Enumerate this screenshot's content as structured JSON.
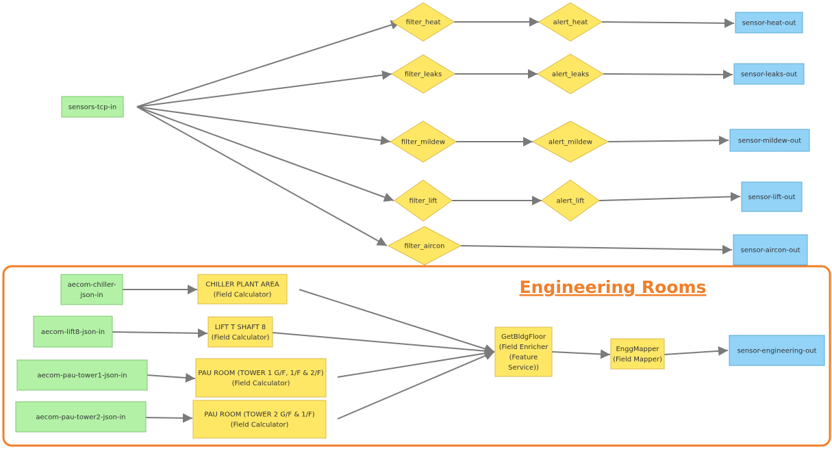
{
  "colors": {
    "input_fill": "#b3f2a6",
    "input_stroke": "#7cc46f",
    "process_fill": "#ffe766",
    "process_stroke": "#d9b84a",
    "output_fill": "#93d3f7",
    "output_stroke": "#59a8d6",
    "edge": "#7a7a7a",
    "group_border": "#f07f2a"
  },
  "group": {
    "title": "Engineering Rooms"
  },
  "nodes": {
    "sensors_tcp_in": {
      "lines": [
        "sensors-tcp-in"
      ],
      "kind": "input"
    },
    "filter_heat": {
      "lines": [
        "filter_heat"
      ],
      "kind": "filter"
    },
    "filter_leaks": {
      "lines": [
        "filter_leaks"
      ],
      "kind": "filter"
    },
    "filter_mildew": {
      "lines": [
        "filter_mildew"
      ],
      "kind": "filter"
    },
    "filter_lift": {
      "lines": [
        "filter_lift"
      ],
      "kind": "filter"
    },
    "filter_aircon": {
      "lines": [
        "filter_aircon"
      ],
      "kind": "filter"
    },
    "alert_heat": {
      "lines": [
        "alert_heat"
      ],
      "kind": "filter"
    },
    "alert_leaks": {
      "lines": [
        "alert_leaks"
      ],
      "kind": "filter"
    },
    "alert_mildew": {
      "lines": [
        "alert_mildew"
      ],
      "kind": "filter"
    },
    "alert_lift": {
      "lines": [
        "alert_lift"
      ],
      "kind": "filter"
    },
    "sensor_heat_out": {
      "lines": [
        "sensor-heat-out"
      ],
      "kind": "output"
    },
    "sensor_leaks_out": {
      "lines": [
        "sensor-leaks-out"
      ],
      "kind": "output"
    },
    "sensor_mildew_out": {
      "lines": [
        "sensor-mildew-out"
      ],
      "kind": "output"
    },
    "sensor_lift_out": {
      "lines": [
        "sensor-lift-out"
      ],
      "kind": "output"
    },
    "sensor_aircon_out": {
      "lines": [
        "sensor-aircon-out"
      ],
      "kind": "output"
    },
    "aecom_chiller_json_in": {
      "lines": [
        "aecom-chiller-",
        "json-in"
      ],
      "kind": "input"
    },
    "aecom_lift8_json_in": {
      "lines": [
        "aecom-lift8-json-in"
      ],
      "kind": "input"
    },
    "aecom_pau_tower1_json_in": {
      "lines": [
        "aecom-pau-tower1-json-in"
      ],
      "kind": "input"
    },
    "aecom_pau_tower2_json_in": {
      "lines": [
        "aecom-pau-tower2-json-in"
      ],
      "kind": "input"
    },
    "chiller_plant_area": {
      "lines": [
        "CHILLER PLANT AREA",
        "(Field Calculator)"
      ],
      "kind": "process"
    },
    "lift_t_shaft_8": {
      "lines": [
        "LIFT T SHAFT 8",
        "(Field Calculator)"
      ],
      "kind": "process"
    },
    "pau_room_tower1": {
      "lines": [
        "PAU ROOM (TOWER 1 G/F, 1/F & 2/F)",
        "(Field Calculator)"
      ],
      "kind": "process"
    },
    "pau_room_tower2": {
      "lines": [
        "PAU ROOM (TOWER 2 G/F & 1/F)",
        "(Field Calculator)"
      ],
      "kind": "process"
    },
    "get_bldg_floor": {
      "lines": [
        "GetBldgFloor",
        "(Field Enricher",
        "(Feature",
        "Service))"
      ],
      "kind": "process"
    },
    "engg_mapper": {
      "lines": [
        "EnggMapper",
        "(Field Mapper)"
      ],
      "kind": "process"
    },
    "sensor_engineering_out": {
      "lines": [
        "sensor-engineering-out"
      ],
      "kind": "output"
    }
  },
  "edges": [
    [
      "sensors_tcp_in",
      "filter_heat"
    ],
    [
      "sensors_tcp_in",
      "filter_leaks"
    ],
    [
      "sensors_tcp_in",
      "filter_mildew"
    ],
    [
      "sensors_tcp_in",
      "filter_lift"
    ],
    [
      "sensors_tcp_in",
      "filter_aircon"
    ],
    [
      "filter_heat",
      "alert_heat"
    ],
    [
      "filter_leaks",
      "alert_leaks"
    ],
    [
      "filter_mildew",
      "alert_mildew"
    ],
    [
      "filter_lift",
      "alert_lift"
    ],
    [
      "alert_heat",
      "sensor_heat_out"
    ],
    [
      "alert_leaks",
      "sensor_leaks_out"
    ],
    [
      "alert_mildew",
      "sensor_mildew_out"
    ],
    [
      "alert_lift",
      "sensor_lift_out"
    ],
    [
      "filter_aircon",
      "sensor_aircon_out"
    ],
    [
      "aecom_chiller_json_in",
      "chiller_plant_area"
    ],
    [
      "aecom_lift8_json_in",
      "lift_t_shaft_8"
    ],
    [
      "aecom_pau_tower1_json_in",
      "pau_room_tower1"
    ],
    [
      "aecom_pau_tower2_json_in",
      "pau_room_tower2"
    ],
    [
      "chiller_plant_area",
      "get_bldg_floor"
    ],
    [
      "lift_t_shaft_8",
      "get_bldg_floor"
    ],
    [
      "pau_room_tower1",
      "get_bldg_floor"
    ],
    [
      "pau_room_tower2",
      "get_bldg_floor"
    ],
    [
      "get_bldg_floor",
      "engg_mapper"
    ],
    [
      "engg_mapper",
      "sensor_engineering_out"
    ]
  ]
}
